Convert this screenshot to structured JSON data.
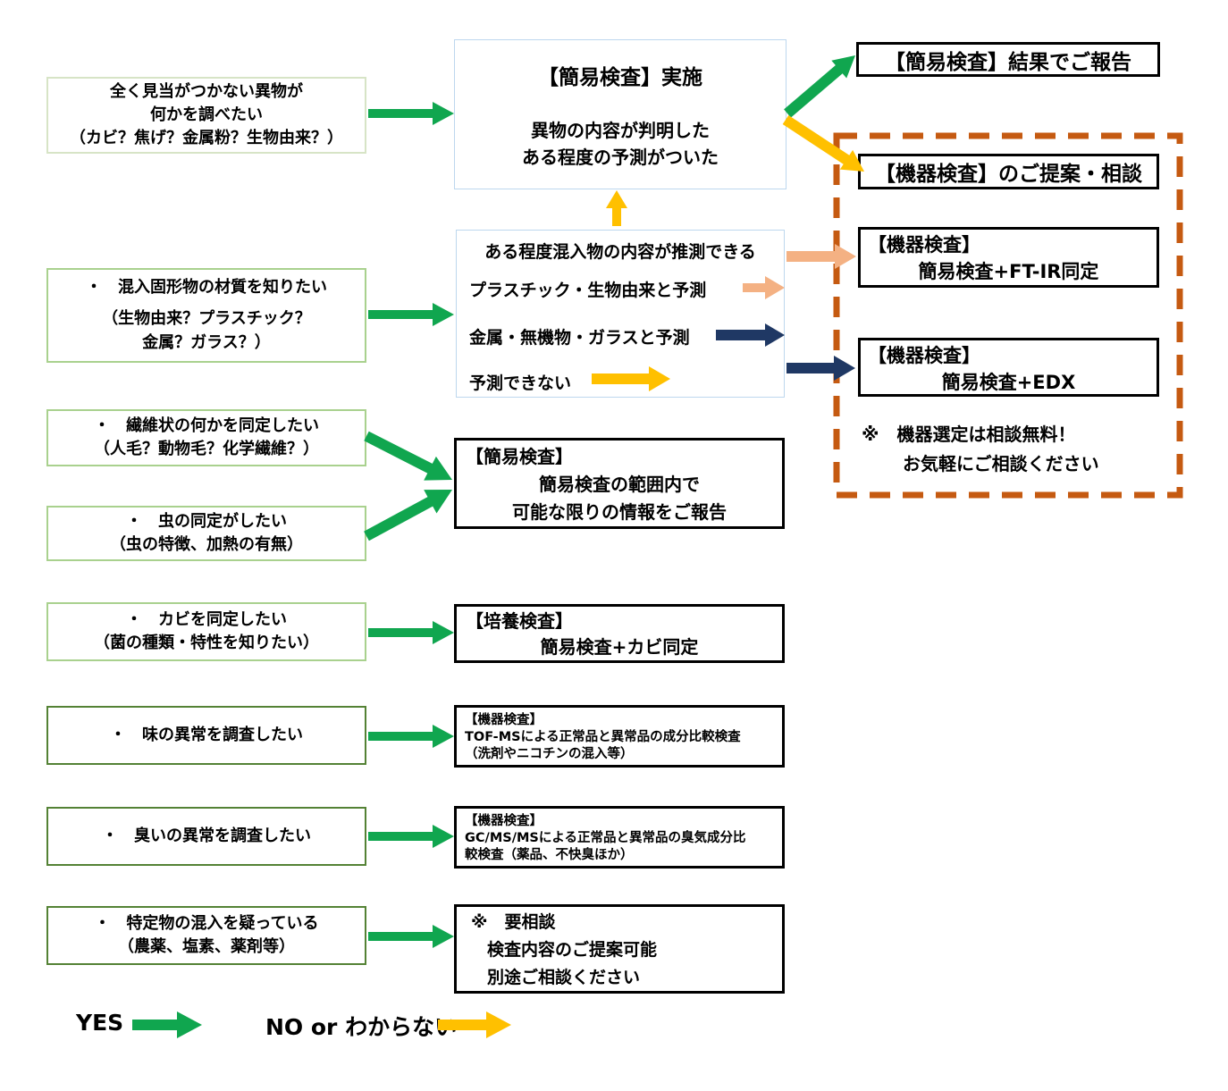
{
  "colors": {
    "green": "#10A64F",
    "yellow": "#FFC000",
    "salmon": "#F4B183",
    "navy": "#1F3864",
    "orange_dashed": "#C55A11",
    "blue_border": "#BDD7EE",
    "green_border_pale": "#D7E4C6",
    "green_border": "#A9D18E",
    "green_border_strong": "#548235"
  },
  "left_boxes": [
    {
      "lines": [
        "全く見当がつかない異物が",
        "何かを調べたい",
        "（カビ？焦げ？金属粉？生物由来？）"
      ]
    },
    {
      "lines": [
        "・　混入固形物の材質を知りたい",
        "（生物由来？プラスチック？",
        "金属？ガラス？）"
      ]
    },
    {
      "lines": [
        "・　繊維状の何かを同定したい",
        "（人毛？動物毛？化学繊維？）"
      ]
    },
    {
      "lines": [
        "・　虫の同定がしたい",
        "（虫の特徴、加熱の有無）"
      ]
    },
    {
      "lines": [
        "・　カビを同定したい",
        "（菌の種類・特性を知りたい）"
      ]
    },
    {
      "lines": [
        "・　味の異常を調査したい"
      ]
    },
    {
      "lines": [
        "・　臭いの異常を調査したい"
      ]
    },
    {
      "lines": [
        "・　特定物の混入を疑っている",
        "（農薬、塩素、薬剤等）"
      ]
    }
  ],
  "middle": {
    "exam_run": {
      "lines": [
        "【簡易検査】実施",
        "異物の内容が判明した",
        "ある程度の予測がついた"
      ]
    },
    "guess": {
      "title": "ある程度混入物の内容が推測できる",
      "options": [
        "プラスチック・生物由来と予測",
        "金属・無機物・ガラスと予測",
        "予測できない"
      ]
    },
    "simple_report": {
      "lines": [
        "【簡易検査】",
        "簡易検査の範囲内で",
        "可能な限りの情報をご報告"
      ]
    },
    "culture": {
      "lines": [
        "【培養検査】",
        "簡易検査+カビ同定"
      ]
    },
    "tof": {
      "lines": [
        "【機器検査】",
        "TOF-MSによる正常品と異常品の成分比較検査",
        "（洗剤やニコチンの混入等）"
      ]
    },
    "gcms": {
      "lines": [
        "【機器検査】",
        "GC/MS/MSによる正常品と異常品の臭気成分比",
        "較検査（薬品、不快臭ほか）"
      ]
    },
    "consult": {
      "lines": [
        "※　要相談",
        "検査内容のご提案可能",
        "別途ご相談ください"
      ]
    }
  },
  "right": {
    "simple_result": "【簡易検査】結果でご報告",
    "device_proposal": "【機器検査】のご提案・相談",
    "ftir": {
      "lines": [
        "【機器検査】",
        "簡易検査+FT-IR同定"
      ]
    },
    "edx": {
      "lines": [
        "【機器検査】",
        "簡易検査+EDX"
      ]
    },
    "note": {
      "lines": [
        "※　機器選定は相談無料！",
        "お気軽にご相談ください"
      ]
    }
  },
  "legend": {
    "yes_label": "YES",
    "no_label": "NO or わからない"
  }
}
